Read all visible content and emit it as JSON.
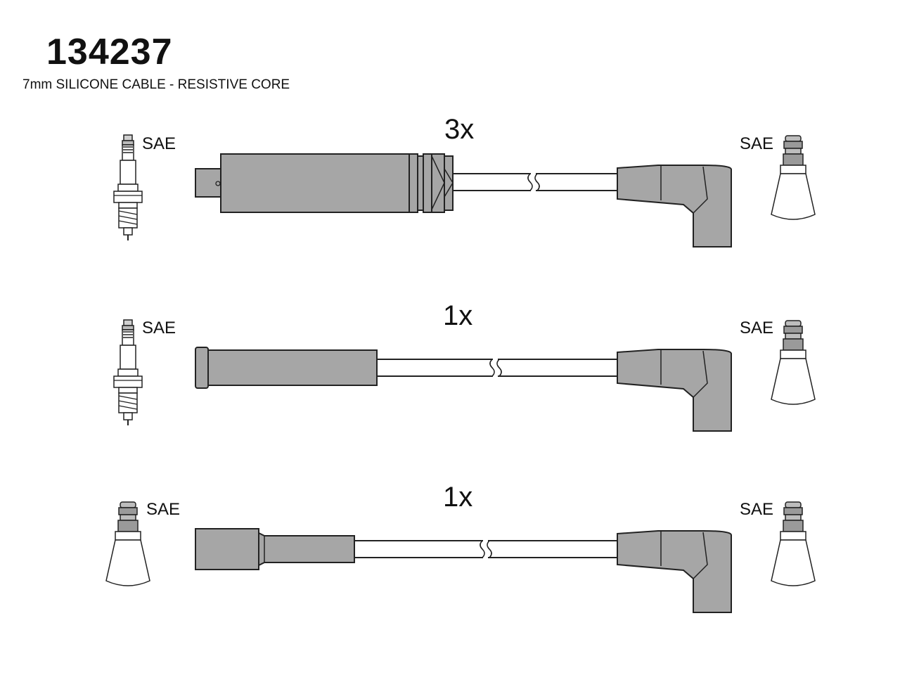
{
  "part_number": "134237",
  "subtitle": "7mm SILICONE CABLE - RESISTIVE CORE",
  "colors": {
    "boot_fill": "#a6a6a6",
    "outline": "#222222",
    "background": "#ffffff"
  },
  "rows": [
    {
      "quantity": "3x",
      "left_label": "SAE",
      "right_label": "SAE",
      "left_connector": "spark-plug-icon",
      "right_connector": "sae-terminal-icon"
    },
    {
      "quantity": "1x",
      "left_label": "SAE",
      "right_label": "SAE",
      "left_connector": "spark-plug-icon",
      "right_connector": "sae-terminal-icon"
    },
    {
      "quantity": "1x",
      "left_label": "SAE",
      "right_label": "SAE",
      "left_connector": "sae-terminal-icon",
      "right_connector": "sae-terminal-icon"
    }
  ]
}
